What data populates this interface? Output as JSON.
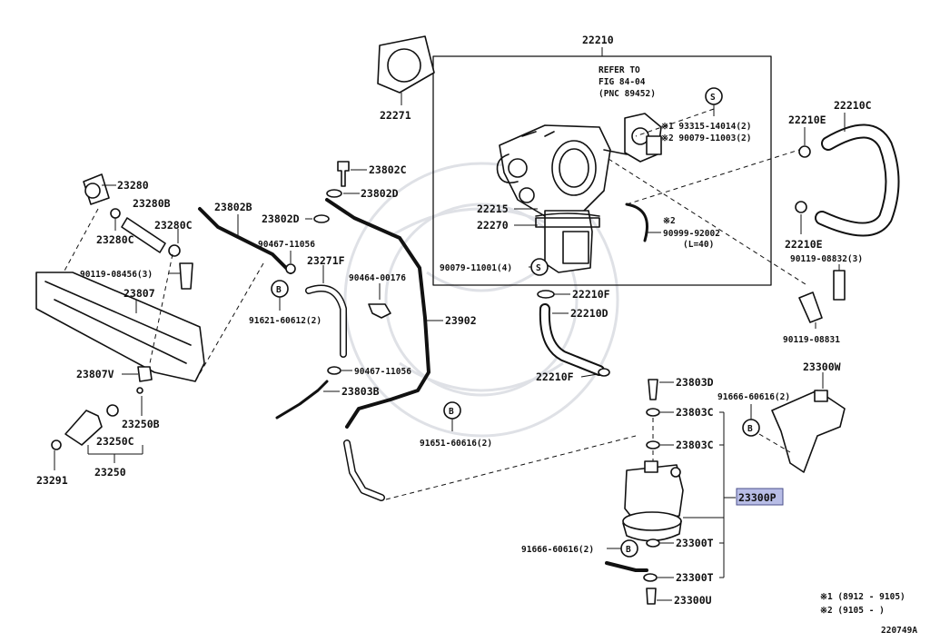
{
  "labels": {
    "p22210": "22210",
    "p22271": "22271",
    "refer1": "REFER TO",
    "refer2": "FIG 84-04",
    "refer3": "(PNC 89452)",
    "s1": "※1 93315-14014(2)",
    "s2": "※2 90079-11003(2)",
    "p22215": "22215",
    "p22270": "22270",
    "p90079_4": "90079-11001(4)",
    "n2": "※2",
    "p90999": "90999-92002",
    "l40": "(L=40)",
    "p22210c": "22210C",
    "p22210e1": "22210E",
    "p22210e2": "22210E",
    "p90119_3": "90119-08832(3)",
    "p90119_b": "90119-08831",
    "p23280": "23280",
    "p23280b": "23280B",
    "p23280c1": "23280C",
    "p23280c2": "23280C",
    "p90119_456": "90119-08456(3)",
    "p23807": "23807",
    "p23807v": "23807V",
    "p23250b": "23250B",
    "p23250c": "23250C",
    "p23250": "23250",
    "p23291": "23291",
    "p23802b": "23802B",
    "p23802c": "23802C",
    "p23802d1": "23802D",
    "p23802d2": "23802D",
    "p90467_a": "90467-11056",
    "p90467_b": "90467-11056",
    "p23271f": "23271F",
    "p90464": "90464-00176",
    "p91621": "91621-60612(2)",
    "p23902": "23902",
    "p23803b": "23803B",
    "p91651": "91651-60616(2)",
    "p22210f1": "22210F",
    "p22210d": "22210D",
    "p22210f2": "22210F",
    "p23803d": "23803D",
    "p23803c1": "23803C",
    "p23803c2": "23803C",
    "p23300w": "23300W",
    "p91666_a": "91666-60616(2)",
    "p23300p": "23300P",
    "p91666_b": "91666-60616(2)",
    "p23300t1": "23300T",
    "p23300t2": "23300T",
    "p23300u": "23300U",
    "fn1": "※1 (8912 - 9105)",
    "fn2": "※2 (9105 -      )",
    "figno": "220749A",
    "s_mark": "S",
    "b_mark": "B"
  },
  "colors": {
    "line": "#111111",
    "highlight": "#b8bde6",
    "watermark": "#dfe1e6"
  }
}
